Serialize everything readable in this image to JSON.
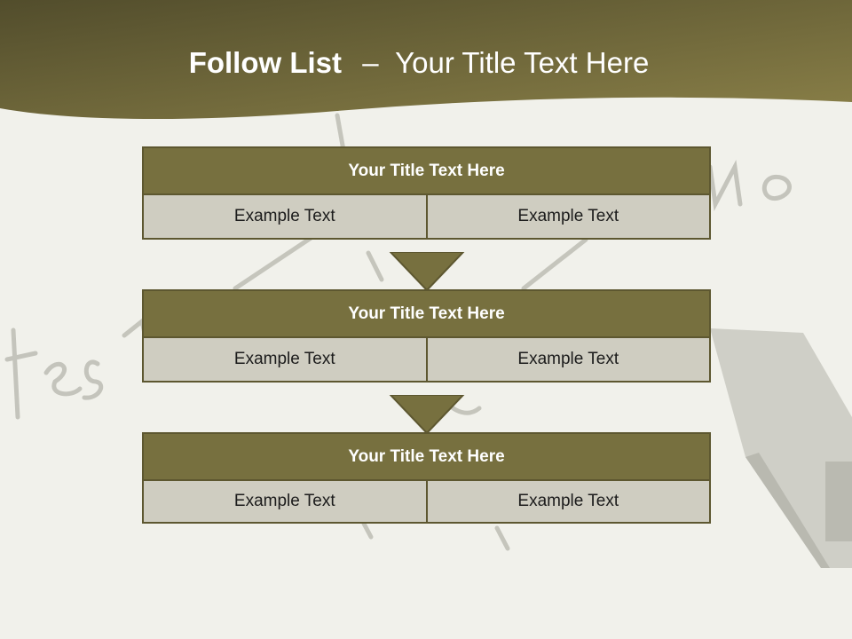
{
  "slide": {
    "title_bold": "Follow List",
    "title_dash": "–",
    "title_rest": "Your Title Text Here"
  },
  "blocks": [
    {
      "title": "Your Title Text Here",
      "cells": [
        "Example Text",
        "Example Text"
      ]
    },
    {
      "title": "Your Title Text Here",
      "cells": [
        "Example Text",
        "Example Text"
      ]
    },
    {
      "title": "Your Title Text Here",
      "cells": [
        "Example Text",
        "Example Text"
      ]
    }
  ],
  "colors": {
    "header_dark": "#575230",
    "header_light": "#8a8048",
    "block_title": "#77703f",
    "cell": "#cfcdc1",
    "arrow": "#77703f"
  }
}
